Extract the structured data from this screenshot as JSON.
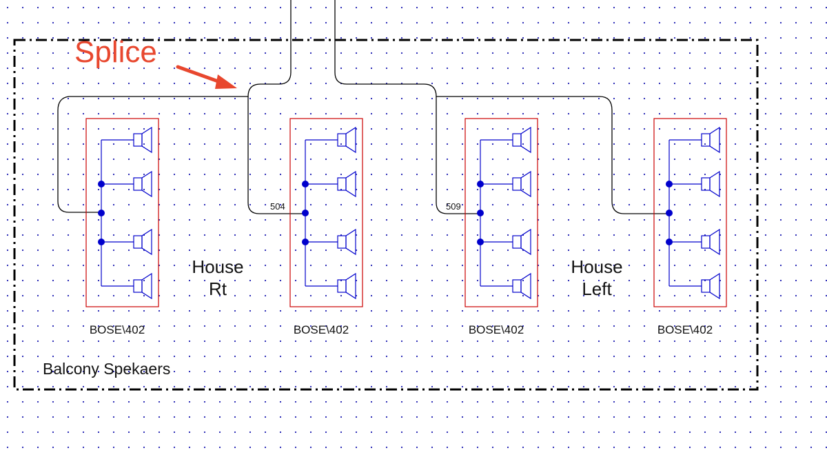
{
  "annotation": {
    "text": "Splice",
    "color": "#e8472e"
  },
  "group_label": "Balcony Spekaers",
  "speakers": [
    {
      "model": "BOSE\\402",
      "wire": ""
    },
    {
      "model": "BOSE\\402",
      "wire": "504"
    },
    {
      "model": "BOSE\\402",
      "wire": "509"
    },
    {
      "model": "BOSE\\402",
      "wire": ""
    }
  ],
  "zone_labels": [
    {
      "line1": "House",
      "line2": "Rt"
    },
    {
      "line1": "House",
      "line2": "Left"
    }
  ],
  "colors": {
    "grid_dot": "#1a1ab0",
    "enclosure": "#cc0000",
    "speaker_bus": "#0000cc",
    "wire": "#000000",
    "boundary": "#000000"
  }
}
